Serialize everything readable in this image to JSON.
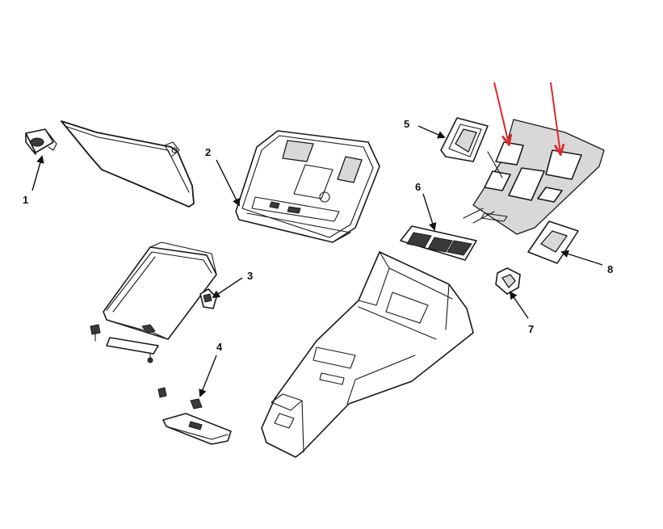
{
  "callouts": [
    {
      "id": "1",
      "label": "1"
    },
    {
      "id": "2",
      "label": "2"
    },
    {
      "id": "3",
      "label": "3"
    },
    {
      "id": "4",
      "label": "4"
    },
    {
      "id": "5",
      "label": "5"
    },
    {
      "id": "6",
      "label": "6"
    },
    {
      "id": "7",
      "label": "7"
    },
    {
      "id": "8",
      "label": "8"
    }
  ],
  "colors": {
    "line": "#1a1a1a",
    "highlight_arrow": "#e0262b",
    "background": "#ffffff"
  }
}
